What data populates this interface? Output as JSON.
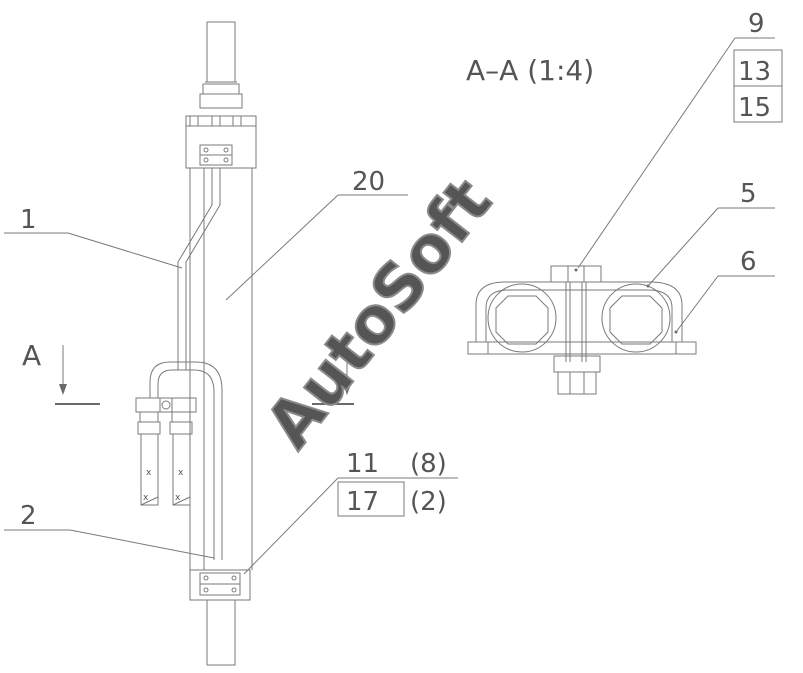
{
  "section_title": "A–A (1:4)",
  "section_marker": "A",
  "watermark": "AutoSoft",
  "callouts": {
    "c1": "1",
    "c2": "2",
    "c5": "5",
    "c6": "6",
    "c9": "9",
    "c13": "13",
    "c15": "15",
    "c20": "20",
    "c11": "11",
    "c11_qty": "(8)",
    "c17": "17",
    "c17_qty": "(2)"
  }
}
